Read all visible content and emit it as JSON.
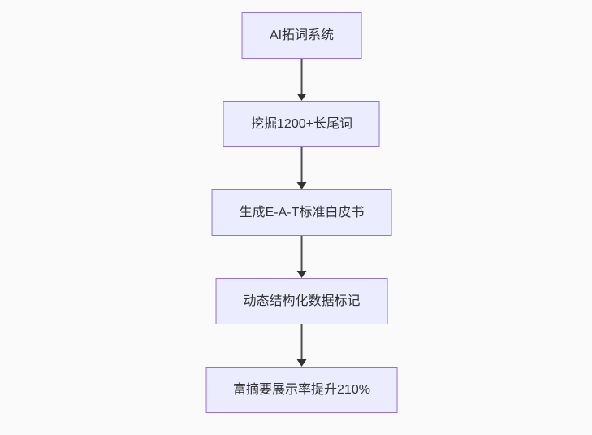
{
  "page": {
    "background_color": "#fafafa"
  },
  "flowchart": {
    "type": "flowchart",
    "direction": "top-down",
    "node_fill_color": "#ECECFF",
    "node_border_color": "#9370DB",
    "arrow_color": "#333333",
    "text_color": "#333333",
    "nodes": [
      {
        "id": "n1",
        "label": "AI拓词系统"
      },
      {
        "id": "n2",
        "label": "挖掘1200+长尾词"
      },
      {
        "id": "n3",
        "label": "生成E-A-T标准白皮书"
      },
      {
        "id": "n4",
        "label": "动态结构化数据标记"
      },
      {
        "id": "n5",
        "label": "富摘要展示率提升210%"
      }
    ],
    "edges": [
      {
        "from": "n1",
        "to": "n2"
      },
      {
        "from": "n2",
        "to": "n3"
      },
      {
        "from": "n3",
        "to": "n4"
      },
      {
        "from": "n4",
        "to": "n5"
      }
    ]
  }
}
